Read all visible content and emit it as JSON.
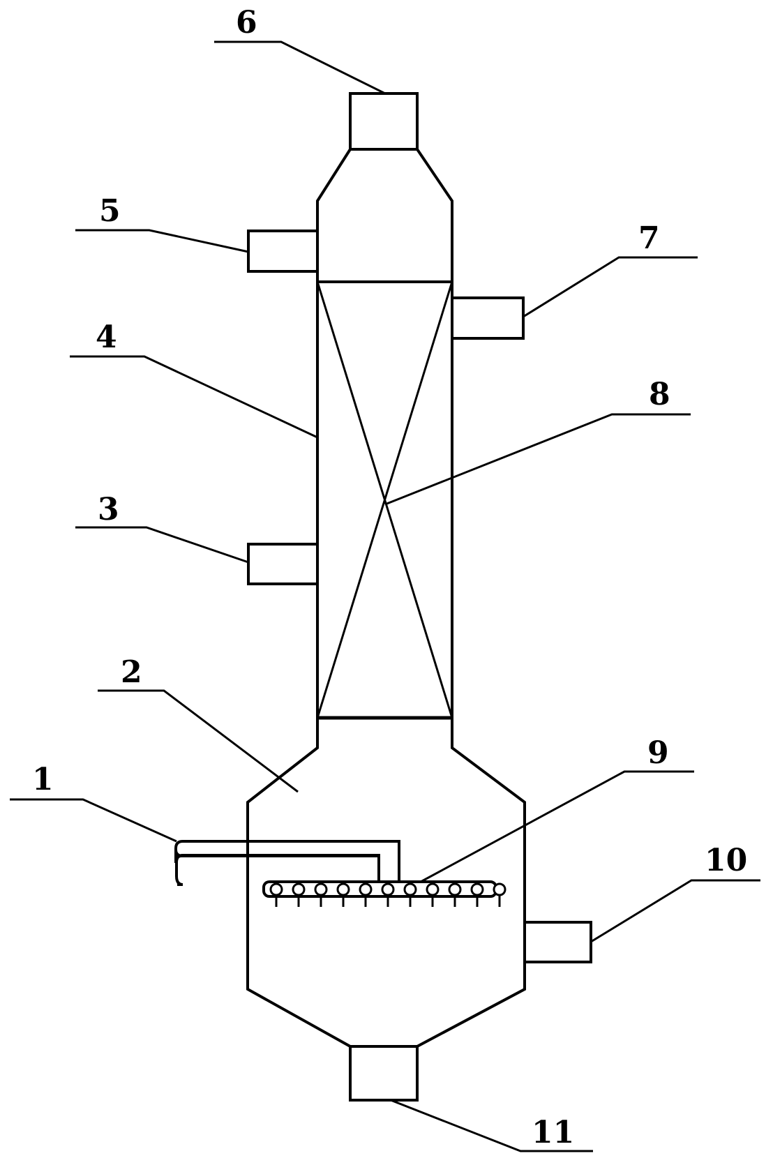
{
  "labels": {
    "1": "1",
    "2": "2",
    "3": "3",
    "4": "4",
    "5": "5",
    "6": "6",
    "7": "7",
    "8": "8",
    "9": "9",
    "10": "10",
    "11": "11"
  },
  "colors": {
    "stroke": "#000000",
    "background": "#ffffff"
  }
}
